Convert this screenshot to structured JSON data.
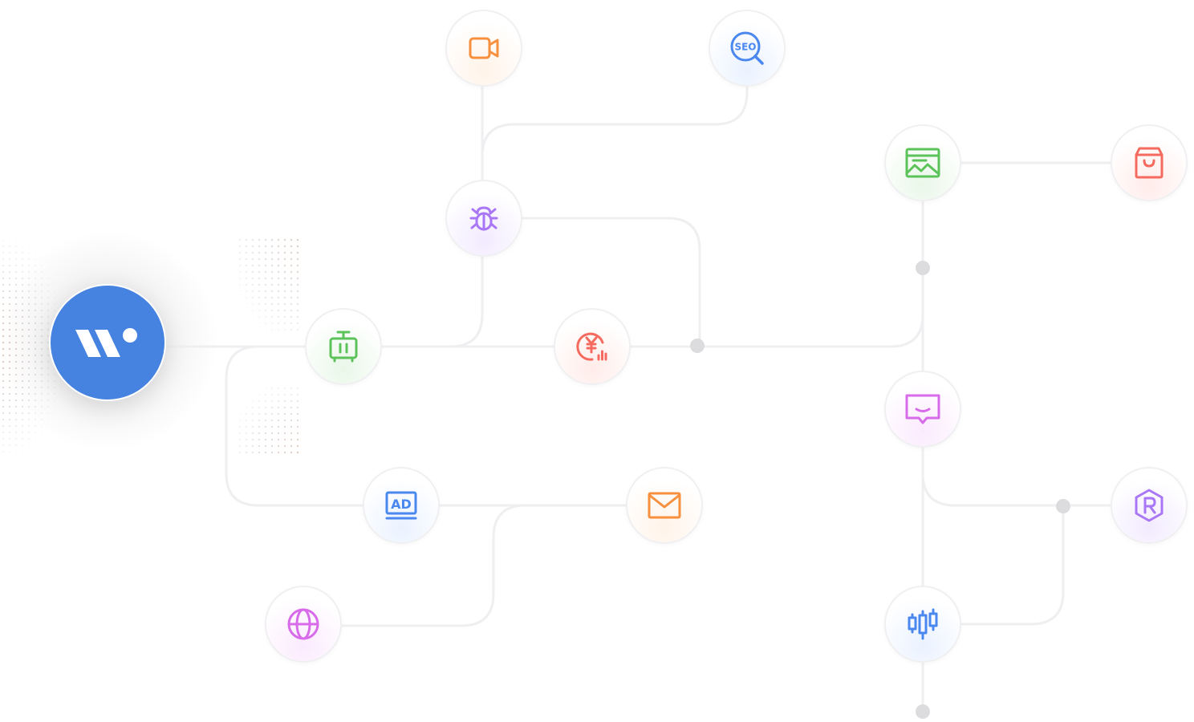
{
  "logo": {
    "icon": "w-brand-logo",
    "color": "#4682e0"
  },
  "nodes": [
    {
      "id": "video",
      "icon": "video-camera-icon",
      "color": "#f7903e"
    },
    {
      "id": "seo",
      "icon": "seo-search-icon",
      "color": "#4a88f0",
      "label": "SEO"
    },
    {
      "id": "bug",
      "icon": "bug-icon",
      "color": "#a977f5"
    },
    {
      "id": "tv",
      "icon": "retro-tv-icon",
      "color": "#5cc25a"
    },
    {
      "id": "cost",
      "icon": "yen-chart-icon",
      "color": "#f56a5e"
    },
    {
      "id": "ad",
      "icon": "ad-screen-icon",
      "color": "#4a88f0",
      "label": "AD"
    },
    {
      "id": "mail",
      "icon": "mail-envelope-icon",
      "color": "#f7903e"
    },
    {
      "id": "globe",
      "icon": "globe-icon",
      "color": "#d76bea"
    },
    {
      "id": "web-image",
      "icon": "web-image-icon",
      "color": "#5cc25a"
    },
    {
      "id": "shop",
      "icon": "shopping-bag-icon",
      "color": "#f56a5e"
    },
    {
      "id": "chat",
      "icon": "chat-bubble-icon",
      "color": "#d76bea"
    },
    {
      "id": "registered",
      "icon": "registered-badge-icon",
      "color": "#a977f5"
    },
    {
      "id": "stock",
      "icon": "candlestick-chart-icon",
      "color": "#4a88f0"
    }
  ],
  "colors": {
    "wire": "#efeff1",
    "junction": "#dcdcde"
  }
}
